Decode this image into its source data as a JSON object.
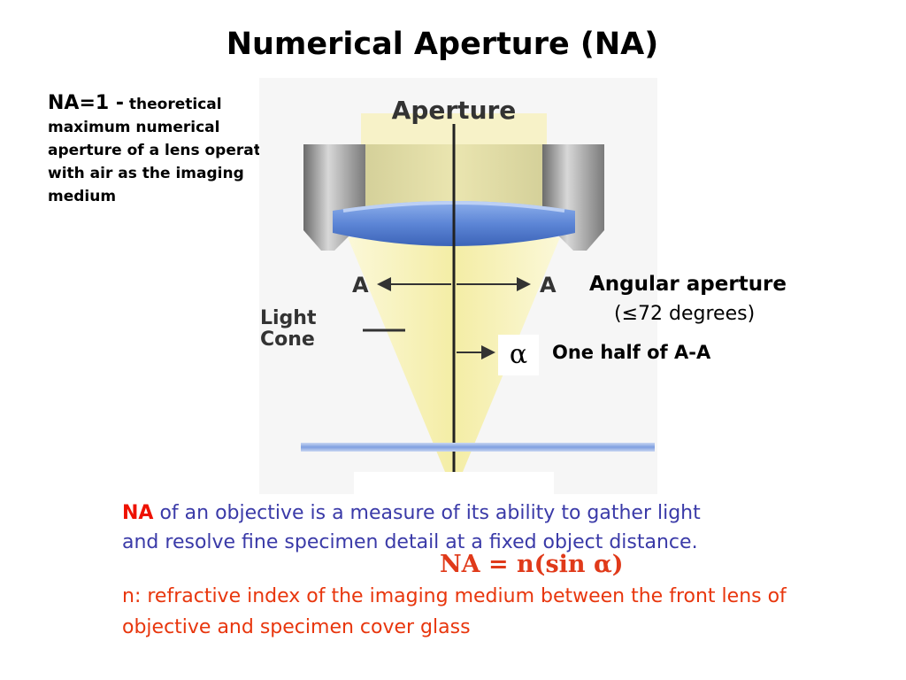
{
  "title": "Numerical Aperture (NA)",
  "na1_note": {
    "prefix": "NA=1 -",
    "text": "theoretical maximum numerical aperture of a lens operating with air as the imaging medium"
  },
  "diagram": {
    "aperture_label": "Aperture",
    "a_left": "A",
    "a_right": "A",
    "light_cone_line1": "Light",
    "light_cone_line2": "Cone"
  },
  "angular_aperture": {
    "label": "Angular aperture",
    "open_paren": "(",
    "le_symbol": "≤",
    "value": "72 degrees)"
  },
  "alpha": {
    "symbol": "α",
    "label": "One half of A-A"
  },
  "description": {
    "na_word": "NA",
    "text": " of an objective is a measure of its ability to gather light and resolve fine specimen detail at a fixed object distance."
  },
  "formula": "NA = n(sin α)",
  "refractive_note": "n: refractive index of the imaging medium between the front lens of objective and specimen cover glass",
  "colors": {
    "description_blue": "#3a3aa8",
    "na_red": "#ee1100",
    "note_orange": "#e8360d",
    "lens_blue": "#5d86d6",
    "cone_yellow": "#f8f3c0"
  }
}
